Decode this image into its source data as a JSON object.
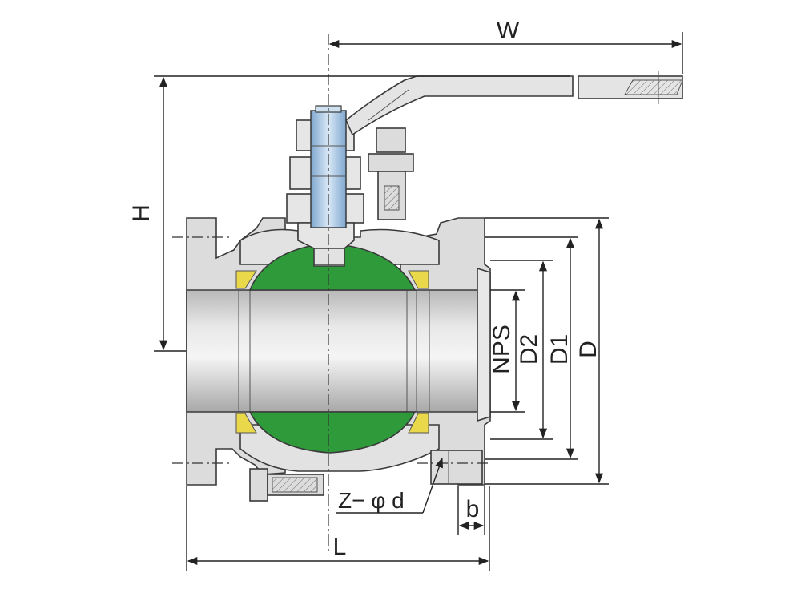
{
  "labels": {
    "W": "W",
    "H": "H",
    "L": "L",
    "D": "D",
    "D1": "D1",
    "D2": "D2",
    "NPS": "NPS",
    "b": "b",
    "Z_phi_d": "Z− φ d"
  },
  "colors": {
    "ball": "#2e9a3a",
    "seat": "#e8d84a",
    "stem": "#a9c9e6",
    "body": "#d9d9d9",
    "bore": "#c9c9c9"
  }
}
